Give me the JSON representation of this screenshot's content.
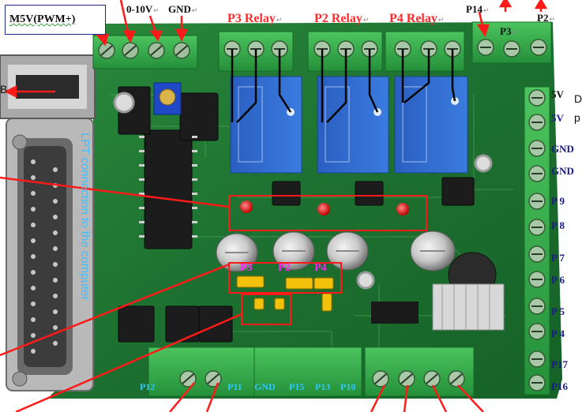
{
  "labels": {
    "pwm": "M5V(PWM+)",
    "analog": "0-10V",
    "analog_gnd": "GND",
    "p3_relay": "P3 Relay",
    "p2_relay": "P2 Relay",
    "p4_relay": "P4 Relay",
    "p14": "P14",
    "p3_top": "P3",
    "p2_top": "P2",
    "lpt": "LPT connection to the computer",
    "jumper_p3": "P3",
    "jumper_p2": "P2",
    "jumper_p4": "P4",
    "right_terminals": [
      "5V",
      "5V",
      "GND",
      "GND",
      "P 9",
      "P 8",
      "P 7",
      "P 6",
      "P 5",
      "P 4",
      "P17",
      "P16"
    ],
    "bottom_terminals": [
      "P12",
      "P11",
      "GND",
      "P15",
      "P13",
      "P10"
    ],
    "edge_b": "B",
    "edge_d": "D",
    "edge_p": "p",
    "return_mark": "↵"
  },
  "colors": {
    "pcb": "#1f7a34",
    "terminal": "#33b04a",
    "relay": "#2e6ad0",
    "annotation": "#ff1a1a",
    "jumper": "#f2c10c",
    "silkscreen": "#e8f2e8"
  }
}
